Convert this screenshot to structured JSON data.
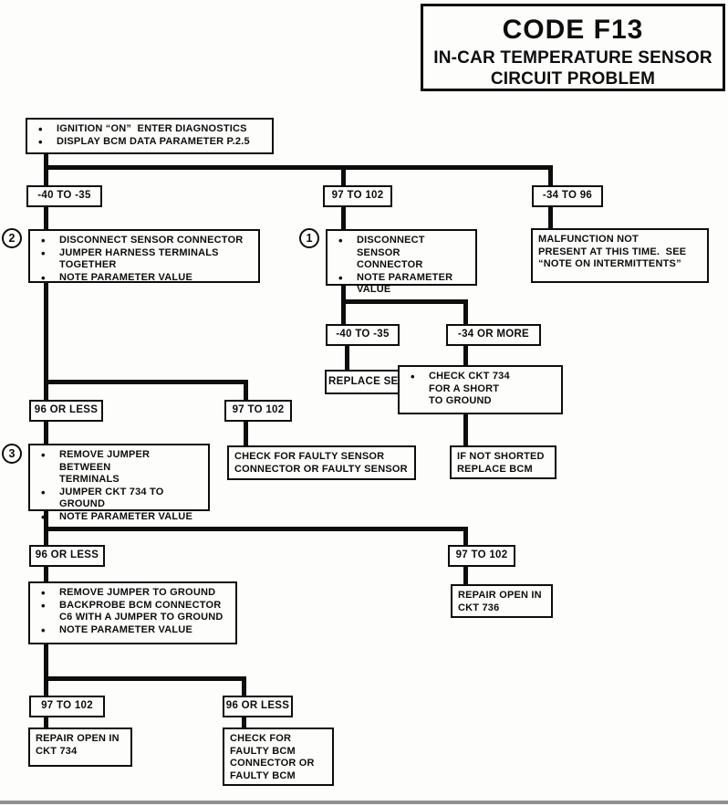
{
  "colors": {
    "ink": "#0d0d0d",
    "paper": "#fdfdfc"
  },
  "title": {
    "code": "CODE F13",
    "subtitle_line1": "IN-CAR TEMPERATURE SENSOR",
    "subtitle_line2": "CIRCUIT PROBLEM"
  },
  "flowchart": {
    "start": {
      "bullets": [
        "IGNITION “ON”  ENTER DIAGNOSTICS",
        "DISPLAY BCM DATA PARAMETER P.2.5"
      ]
    },
    "level1": {
      "left_label": "-40 TO -35",
      "mid_label": "97 TO 102",
      "right_label": "-34 TO 96"
    },
    "step2": {
      "marker": "2",
      "bullets": [
        "DISCONNECT SENSOR CONNECTOR",
        "JUMPER HARNESS TERMINALS\nTOGETHER",
        "NOTE PARAMETER VALUE"
      ]
    },
    "step1": {
      "marker": "1",
      "bullets": [
        "DISCONNECT SENSOR\nCONNECTOR",
        "NOTE PARAMETER\nVALUE"
      ]
    },
    "malfunction": {
      "text": "MALFUNCTION NOT\nPRESENT AT THIS TIME.  SEE\n“NOTE ON INTERMITTENTS”"
    },
    "mid_level2": {
      "left_label": "-40 TO -35",
      "right_label": "-34 OR MORE"
    },
    "replace_sensor": {
      "text": "REPLACE SENSOR"
    },
    "check_ckt734": {
      "bullets": [
        "CHECK CKT 734\nFOR A SHORT\nTO GROUND"
      ]
    },
    "if_not_shorted": {
      "text": "IF NOT SHORTED\nREPLACE BCM"
    },
    "left_level2": {
      "left_label": "96 OR LESS",
      "right_label": "97 TO 102"
    },
    "check_sensor": {
      "text": "CHECK FOR FAULTY SENSOR\nCONNECTOR OR FAULTY SENSOR"
    },
    "step3": {
      "marker": "3",
      "bullets": [
        "REMOVE JUMPER BETWEEN\nTERMINALS",
        "JUMPER CKT 734 TO\nGROUND",
        "NOTE PARAMETER VALUE"
      ]
    },
    "left_level3": {
      "left_label": "96 OR LESS",
      "right_label": "97 TO 102"
    },
    "repair_ckt736": {
      "text": "REPAIR OPEN IN\nCKT 736"
    },
    "remove_jumper": {
      "bullets": [
        "REMOVE JUMPER TO GROUND",
        "BACKPROBE BCM CONNECTOR\nC6 WITH A JUMPER TO GROUND",
        "NOTE PARAMETER VALUE"
      ]
    },
    "left_level4": {
      "left_label": "97 TO 102",
      "right_label": "96 OR LESS"
    },
    "repair_ckt734": {
      "text": "REPAIR OPEN IN\nCKT 734"
    },
    "check_bcm": {
      "text": "CHECK FOR\nFAULTY BCM\nCONNECTOR OR\nFAULTY BCM"
    }
  }
}
